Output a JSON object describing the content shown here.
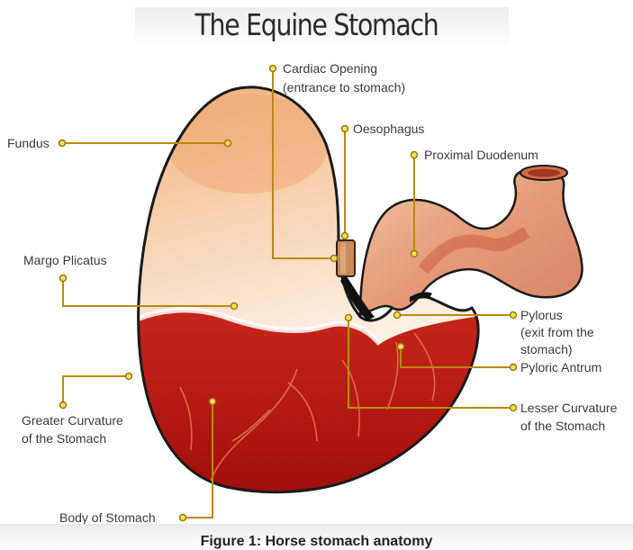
{
  "title": "The Equine Stomach",
  "caption": "Figure 1: Horse stomach anatomy",
  "colors": {
    "leader_line": "#b98a10",
    "stomach_red": "#b3160f",
    "stomach_cream": "#fbf1e4",
    "stomach_peach": "#f0b98b"
  },
  "labels": {
    "cardiac_opening_1": "Cardiac Opening",
    "cardiac_opening_2": "(entrance to stomach)",
    "oesophagus": "Oesophagus",
    "fundus": "Fundus",
    "proximal_duodenum": "Proximal Duodenum",
    "margo_plicatus": "Margo Plicatus",
    "pylorus_1": "Pylorus",
    "pylorus_2": "(exit from the",
    "pylorus_3": "stomach)",
    "pyloric_antrum": "Pyloric Antrum",
    "greater_curvature_1": "Greater Curvature",
    "greater_curvature_2": "of the Stomach",
    "lesser_curvature_1": "Lesser Curvature",
    "lesser_curvature_2": "of the Stomach",
    "body_of_stomach": "Body of Stomach"
  }
}
